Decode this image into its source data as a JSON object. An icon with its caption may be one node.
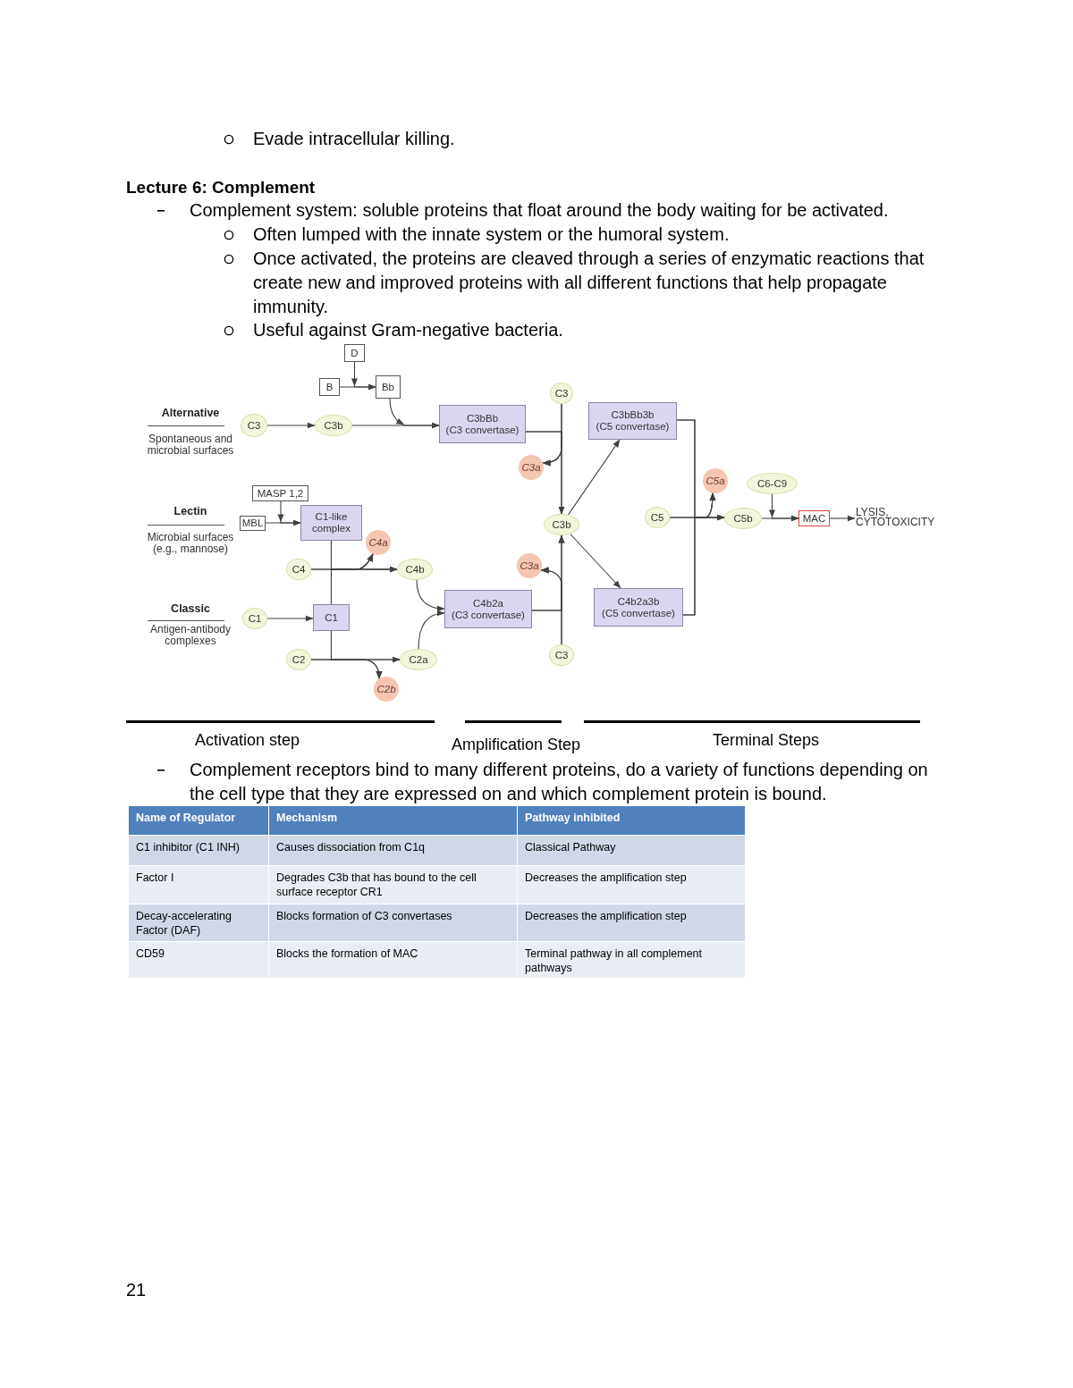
{
  "diagram": {
    "title": "Lecture 6: Complement",
    "nodes": [
      {
        "text": [
          "D"
        ]
      },
      {
        "text": [
          "B"
        ]
      },
      {
        "text": [
          "Bb"
        ]
      },
      {
        "text": [
          "C3"
        ]
      },
      {
        "text": [
          "C3b"
        ]
      },
      {
        "text": [
          "C3bBb",
          "(C3 convertase)"
        ]
      },
      {
        "text": [
          "C3"
        ]
      },
      {
        "text": [
          "C3bBb3b",
          "(C5 convertase)"
        ]
      },
      {
        "text": [
          "C3a"
        ]
      },
      {
        "text": [
          "MASP 1,2"
        ]
      },
      {
        "text": [
          "MBL"
        ]
      },
      {
        "text": [
          "C1-like complex"
        ]
      },
      {
        "text": [
          "C5a"
        ]
      },
      {
        "text": [
          "C6-C9"
        ]
      },
      {
        "text": [
          "C3b"
        ]
      },
      {
        "text": [
          "C5"
        ]
      },
      {
        "text": [
          "C5b"
        ]
      },
      {
        "text": [
          "MAC"
        ]
      },
      {
        "text": [
          "LYSIS, CYTOTOXICITY"
        ]
      },
      {
        "text": [
          "C4a"
        ]
      },
      {
        "text": [
          "C4"
        ]
      },
      {
        "text": [
          "C4b"
        ]
      },
      {
        "text": [
          "C3a"
        ]
      },
      {
        "text": [
          "C4b2a",
          "(C3 convertase)"
        ]
      },
      {
        "text": [
          "C4b2a3b",
          "(C5 convertase)"
        ]
      },
      {
        "text": [
          "C1"
        ]
      },
      {
        "text": [
          "C1"
        ]
      },
      {
        "text": [
          "C2"
        ]
      },
      {
        "text": [
          "C2a"
        ]
      },
      {
        "text": [
          "C3"
        ]
      },
      {
        "text": [
          "C2b"
        ]
      }
    ],
    "edges": [
      {
        "from": 1,
        "to": 2,
        "arrow": "to"
      },
      {
        "from": 0,
        "to": 2,
        "arrow": "to"
      },
      {
        "from": 3,
        "to": 4,
        "arrow": "to"
      },
      {
        "from": 4,
        "to": 5,
        "arrow": "to"
      },
      {
        "from": 2,
        "to": 5,
        "arrow": "to"
      },
      {
        "from": 6,
        "to": 14,
        "arrow": "to"
      },
      {
        "from": 6,
        "to": 8,
        "arrow": "to"
      },
      {
        "from": 5,
        "to": 14,
        "arrow": "to"
      },
      {
        "from": 5,
        "to": 8,
        "arrow": "to"
      },
      {
        "from": 14,
        "to": 7,
        "arrow": "to"
      },
      {
        "from": 14,
        "to": 24,
        "arrow": "to"
      },
      {
        "from": 7,
        "to": 16,
        "arrow": "to"
      },
      {
        "from": 7,
        "to": 12,
        "arrow": "to"
      },
      {
        "from": 24,
        "to": 16,
        "arrow": "to"
      },
      {
        "from": 24,
        "to": 12,
        "arrow": "to"
      },
      {
        "from": 15,
        "to": 16,
        "arrow": "to"
      },
      {
        "from": 15,
        "to": 12,
        "arrow": "to"
      },
      {
        "from": 16,
        "to": 17,
        "arrow": "to"
      },
      {
        "from": 13,
        "to": 17,
        "arrow": "to"
      },
      {
        "from": 17,
        "to": 18,
        "arrow": "to"
      },
      {
        "from": 10,
        "to": 11,
        "arrow": "to"
      },
      {
        "from": 9,
        "to": 11,
        "arrow": "to"
      },
      {
        "from": 20,
        "to": 21,
        "arrow": "to"
      },
      {
        "from": 20,
        "to": 19,
        "arrow": "to"
      },
      {
        "from": 11,
        "to": 21,
        "arrow": "to"
      },
      {
        "from": 11,
        "to": 19,
        "arrow": "to"
      },
      {
        "from": 26,
        "to": 21,
        "arrow": "to"
      },
      {
        "from": 26,
        "to": 19,
        "arrow": "to"
      },
      {
        "from": 25,
        "to": 26,
        "arrow": "to"
      },
      {
        "from": 27,
        "to": 28,
        "arrow": "to"
      },
      {
        "from": 27,
        "to": 30,
        "arrow": "to"
      },
      {
        "from": 26,
        "to": 28,
        "arrow": "to"
      },
      {
        "from": 26,
        "to": 30,
        "arrow": "to"
      },
      {
        "from": 21,
        "to": 23,
        "arrow": "to"
      },
      {
        "from": 28,
        "to": 23,
        "arrow": "to"
      },
      {
        "from": 29,
        "to": 14,
        "arrow": "to"
      },
      {
        "from": 29,
        "to": 22,
        "arrow": "to"
      },
      {
        "from": 23,
        "to": 14,
        "arrow": "to"
      },
      {
        "from": 23,
        "to": 22,
        "arrow": "to"
      }
    ],
    "labels": [
      "Evade intracellular killing.",
      "Complement system: soluble proteins that float around the body waiting for be activated.",
      "Often lumped with the innate system or the humoral system.",
      "Once activated, the proteins are cleaved through a series of enzymatic reactions that create new and improved proteins with all different functions that help propagate immunity.",
      "Useful against Gram-negative bacteria.",
      "Alternative",
      "Spontaneous and microbial surfaces",
      "Lectin",
      "Microbial surfaces (e.g., mannose)",
      "Classic",
      "Antigen-antibody complexes",
      "Activation step",
      "Amplification Step",
      "Terminal Steps",
      "Complement receptors bind to many different proteins, do a variety of functions depending on the cell type that they are expressed on and which complement protein is bound.",
      "Name of Regulator",
      "Mechanism",
      "Pathway inhibited",
      "C1 inhibitor (C1 INH)",
      "Causes dissociation from C1q",
      "Classical Pathway",
      "Factor I",
      "Degrades C3b that has bound to the cell surface receptor CR1",
      "Decreases the amplification step",
      "Decay-accelerating Factor (DAF)",
      "Blocks formation of C3 convertases",
      "Decreases the amplification step",
      "CD59",
      "Blocks the formation of MAC",
      "Terminal pathway in all complement pathways",
      "21"
    ]
  }
}
